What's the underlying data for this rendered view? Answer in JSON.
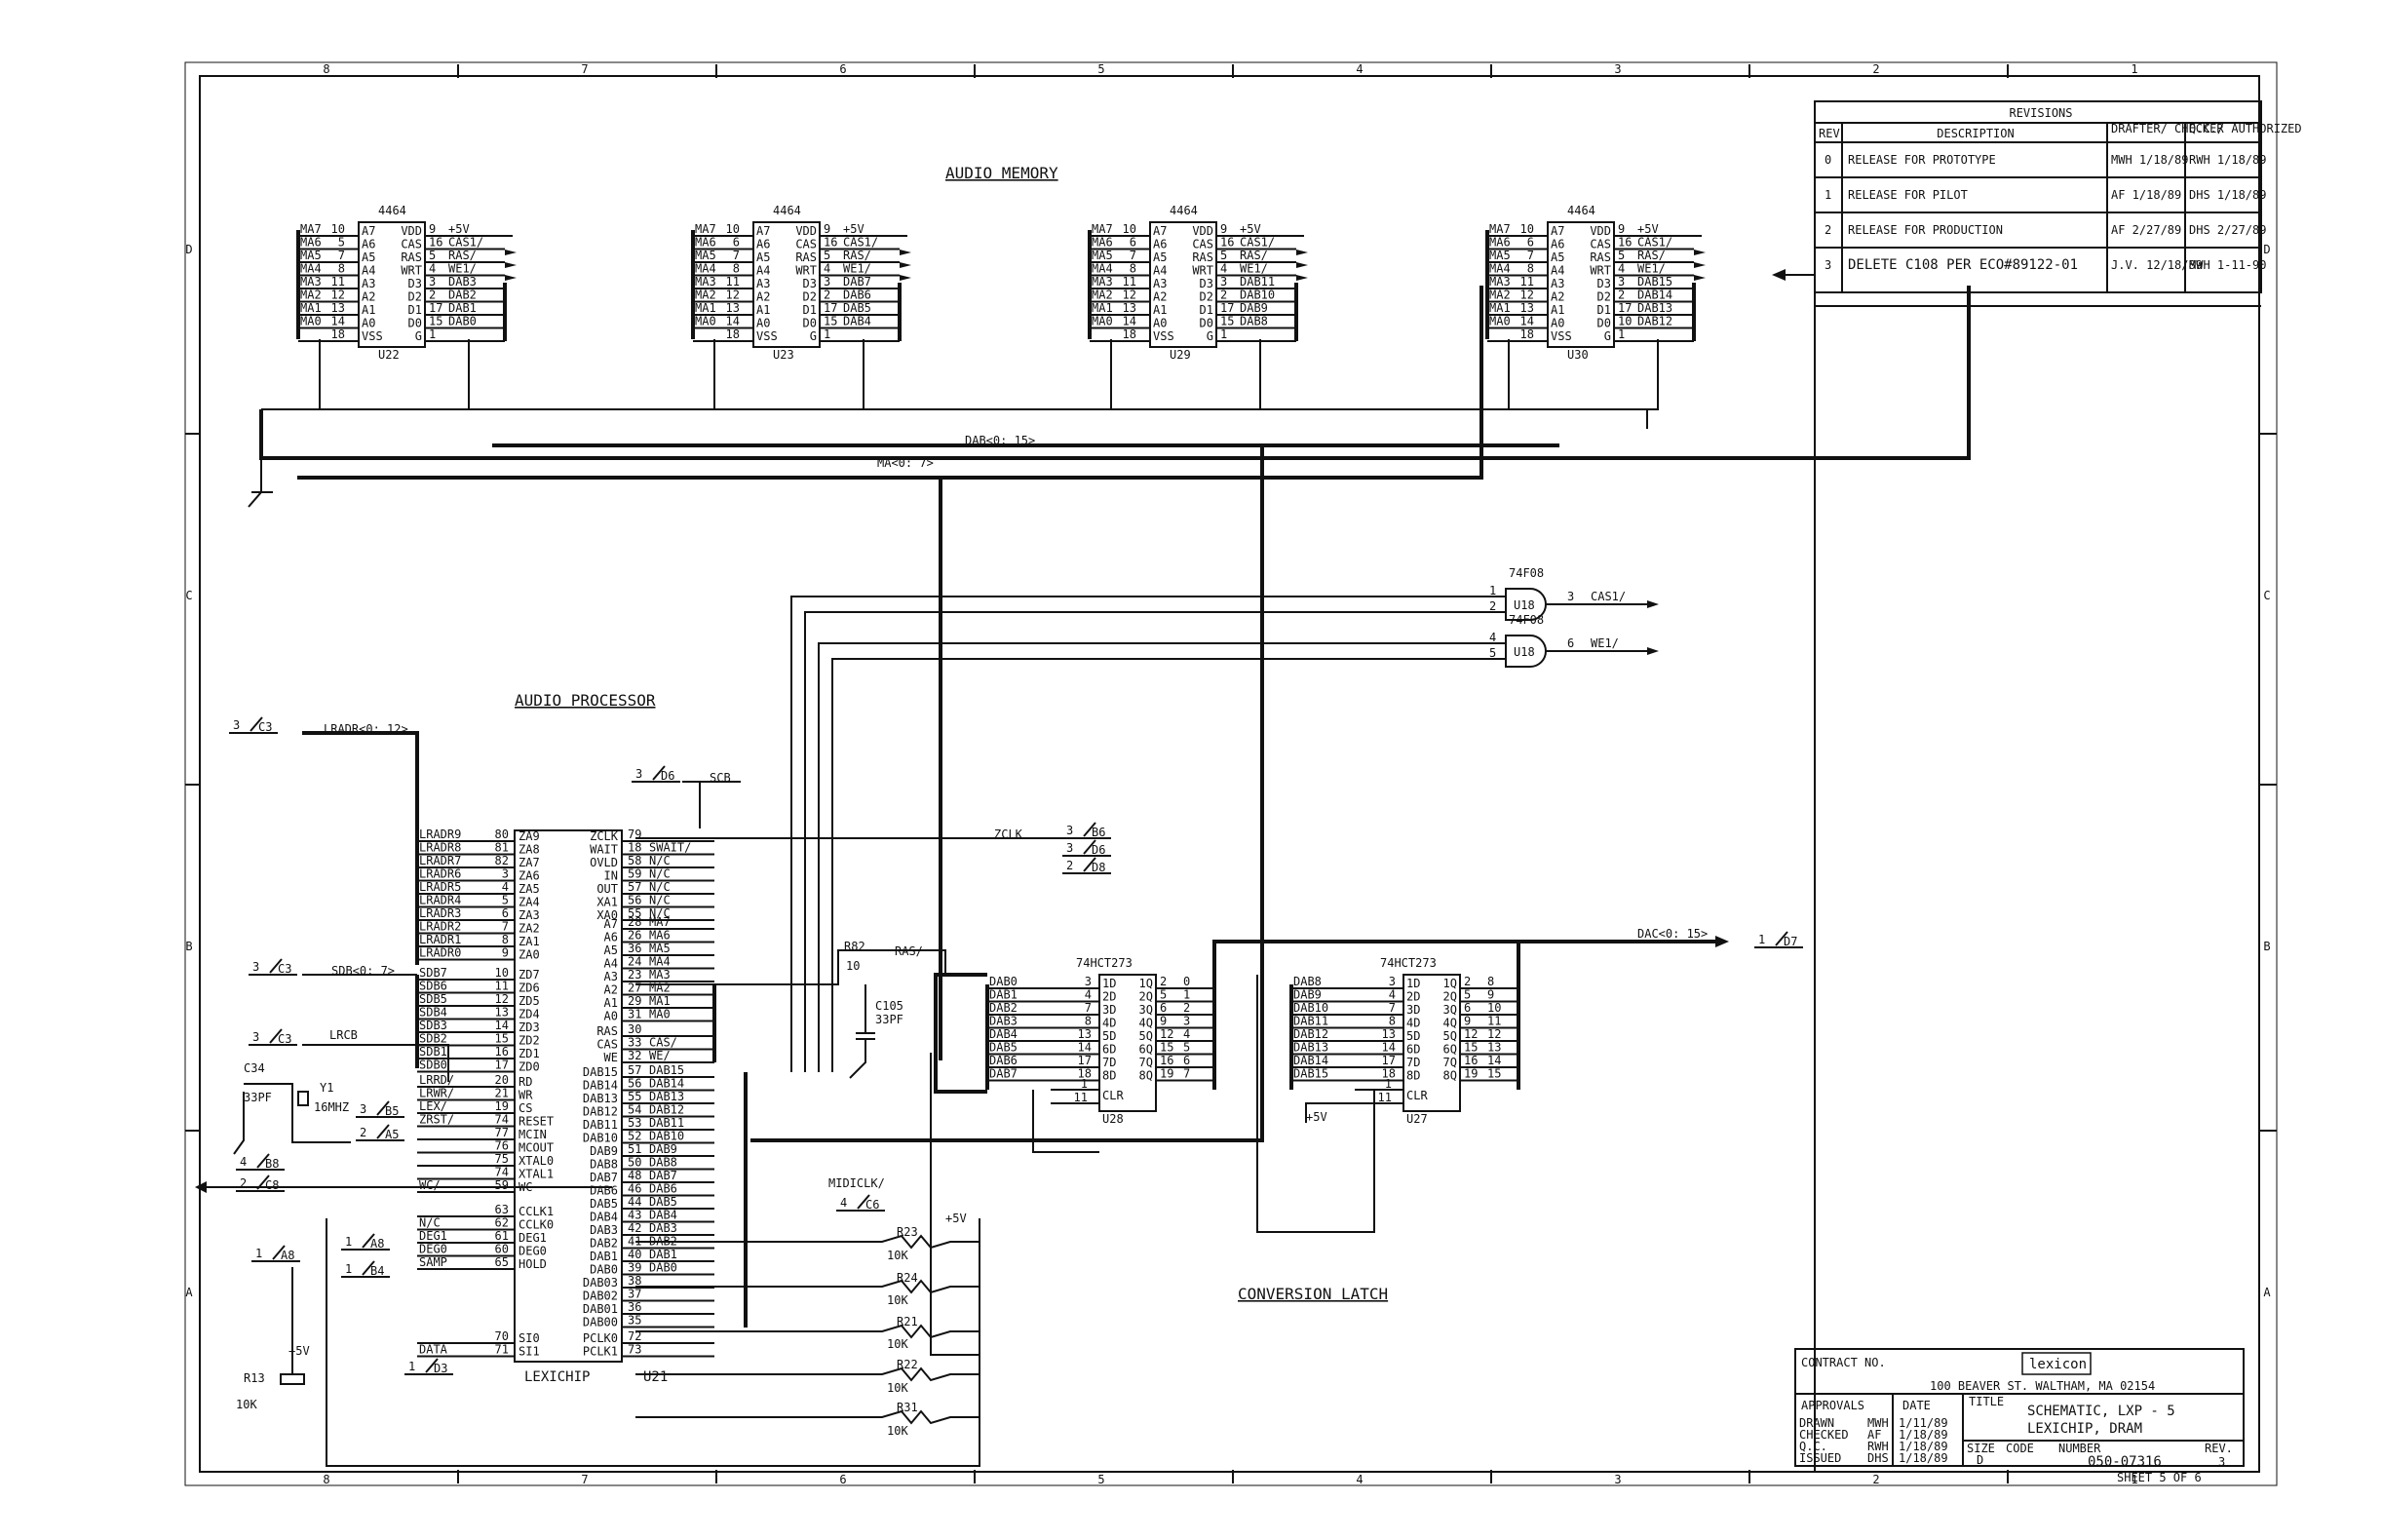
{
  "titles": {
    "audio_memory": "AUDIO MEMORY",
    "audio_processor": "AUDIO PROCESSOR",
    "conversion_latch": "CONVERSION LATCH"
  },
  "zones": {
    "top": [
      "8",
      "7",
      "6",
      "5",
      "4",
      "3",
      "2",
      "1"
    ],
    "side": [
      "D",
      "C",
      "B",
      "A"
    ]
  },
  "revisions": {
    "title": "REVISIONS",
    "headers": [
      "REV",
      "DESCRIPTION",
      "DRAFTER/ CHECKER",
      "Q.C./ AUTHORIZED"
    ],
    "rows": [
      {
        "rev": "0",
        "desc": "RELEASE FOR PROTOTYPE",
        "drafter": "MWH 1/18/89",
        "auth": "RWH 1/18/89"
      },
      {
        "rev": "1",
        "desc": "RELEASE FOR PILOT",
        "drafter": "AF 1/18/89",
        "auth": "DHS 1/18/89"
      },
      {
        "rev": "2",
        "desc": "RELEASE FOR PRODUCTION",
        "drafter": "AF 2/27/89",
        "auth": "DHS 2/27/89"
      },
      {
        "rev": "3",
        "desc": "DELETE C108 PER ECO#89122-01",
        "drafter": "J.V. 12/18/89",
        "auth": "MWH 1-11-90"
      }
    ]
  },
  "title_block": {
    "contract": "CONTRACT NO.",
    "company": "lexicon",
    "address": "100 BEAVER ST. WALTHAM, MA 02154",
    "approvals": "APPROVALS",
    "date": "DATE",
    "title_label": "TITLE",
    "title_line1": "SCHEMATIC, LXP - 5",
    "title_line2": "LEXICHIP, DRAM",
    "drawn": "DRAWN",
    "drawn_by": "MWH",
    "drawn_date": "1/11/89",
    "checked": "CHECKED",
    "checked_by": "AF",
    "checked_date": "1/18/89",
    "qc": "Q.C.",
    "qc_by": "RWH",
    "qc_date": "1/18/89",
    "issued": "ISSUED",
    "issued_by": "DHS",
    "issued_date": "1/18/89",
    "size_label": "SIZE",
    "size": "D",
    "code_label": "CODE",
    "number_label": "NUMBER",
    "number": "050-07316",
    "rev_label": "REV.",
    "rev": "3",
    "sheet": "SHEET 5 OF 6"
  },
  "memory_chips": [
    {
      "ref": "U22",
      "part": "4464",
      "left": [
        [
          "MA7",
          "10",
          "A7"
        ],
        [
          "MA6",
          "5",
          "A6"
        ],
        [
          "MA5",
          "7",
          "A5"
        ],
        [
          "MA4",
          "8",
          "A4"
        ],
        [
          "MA3",
          "11",
          "A3"
        ],
        [
          "MA2",
          "12",
          "A2"
        ],
        [
          "MA1",
          "13",
          "A1"
        ],
        [
          "MA0",
          "14",
          "A0"
        ],
        [
          "",
          "18",
          "VSS"
        ]
      ],
      "right": [
        [
          "VDD",
          "9",
          "+5V"
        ],
        [
          "CAS",
          "16",
          "CAS1/"
        ],
        [
          "RAS",
          "5",
          "RAS/"
        ],
        [
          "WRT",
          "4",
          "WE1/"
        ],
        [
          "D3",
          "3",
          "DAB3"
        ],
        [
          "D2",
          "2",
          "DAB2"
        ],
        [
          "D1",
          "17",
          "DAB1"
        ],
        [
          "D0",
          "15",
          "DAB0"
        ],
        [
          "G",
          "1",
          ""
        ]
      ]
    },
    {
      "ref": "U23",
      "part": "4464",
      "left": [
        [
          "MA7",
          "10",
          "A7"
        ],
        [
          "MA6",
          "6",
          "A6"
        ],
        [
          "MA5",
          "7",
          "A5"
        ],
        [
          "MA4",
          "8",
          "A4"
        ],
        [
          "MA3",
          "11",
          "A3"
        ],
        [
          "MA2",
          "12",
          "A2"
        ],
        [
          "MA1",
          "13",
          "A1"
        ],
        [
          "MA0",
          "14",
          "A0"
        ],
        [
          "",
          "18",
          "VSS"
        ]
      ],
      "right": [
        [
          "VDD",
          "9",
          "+5V"
        ],
        [
          "CAS",
          "16",
          "CAS1/"
        ],
        [
          "RAS",
          "5",
          "RAS/"
        ],
        [
          "WRT",
          "4",
          "WE1/"
        ],
        [
          "D3",
          "3",
          "DAB7"
        ],
        [
          "D2",
          "2",
          "DAB6"
        ],
        [
          "D1",
          "17",
          "DAB5"
        ],
        [
          "D0",
          "15",
          "DAB4"
        ],
        [
          "G",
          "1",
          ""
        ]
      ]
    },
    {
      "ref": "U29",
      "part": "4464",
      "left": [
        [
          "MA7",
          "10",
          "A7"
        ],
        [
          "MA6",
          "6",
          "A6"
        ],
        [
          "MA5",
          "7",
          "A5"
        ],
        [
          "MA4",
          "8",
          "A4"
        ],
        [
          "MA3",
          "11",
          "A3"
        ],
        [
          "MA2",
          "12",
          "A2"
        ],
        [
          "MA1",
          "13",
          "A1"
        ],
        [
          "MA0",
          "14",
          "A0"
        ],
        [
          "",
          "18",
          "VSS"
        ]
      ],
      "right": [
        [
          "VDD",
          "9",
          "+5V"
        ],
        [
          "CAS",
          "16",
          "CAS1/"
        ],
        [
          "RAS",
          "5",
          "RAS/"
        ],
        [
          "WRT",
          "4",
          "WE1/"
        ],
        [
          "D3",
          "3",
          "DAB11"
        ],
        [
          "D2",
          "2",
          "DAB10"
        ],
        [
          "D1",
          "17",
          "DAB9"
        ],
        [
          "D0",
          "15",
          "DAB8"
        ],
        [
          "G",
          "1",
          ""
        ]
      ]
    },
    {
      "ref": "U30",
      "part": "4464",
      "left": [
        [
          "MA7",
          "10",
          "A7"
        ],
        [
          "MA6",
          "6",
          "A6"
        ],
        [
          "MA5",
          "7",
          "A5"
        ],
        [
          "MA4",
          "8",
          "A4"
        ],
        [
          "MA3",
          "11",
          "A3"
        ],
        [
          "MA2",
          "12",
          "A2"
        ],
        [
          "MA1",
          "13",
          "A1"
        ],
        [
          "MA0",
          "14",
          "A0"
        ],
        [
          "",
          "18",
          "VSS"
        ]
      ],
      "right": [
        [
          "VDD",
          "9",
          "+5V"
        ],
        [
          "CAS",
          "16",
          "CAS1/"
        ],
        [
          "RAS",
          "5",
          "RAS/"
        ],
        [
          "WRT",
          "4",
          "WE1/"
        ],
        [
          "D3",
          "3",
          "DAB15"
        ],
        [
          "D2",
          "2",
          "DAB14"
        ],
        [
          "D1",
          "17",
          "DAB13"
        ],
        [
          "D0",
          "10",
          "DAB12"
        ],
        [
          "G",
          "1",
          ""
        ]
      ]
    }
  ],
  "buses": {
    "dab": "DAB<0: 15>",
    "ma": "MA<0: 7>",
    "dac": "DAC<0: 15>",
    "lradr": "LRADR<0: 12>",
    "sdb": "SDB<0: 7>"
  },
  "gates": [
    {
      "ref": "U18",
      "part": "74F08",
      "in1": "1",
      "in2": "2",
      "out": "3",
      "net": "CAS1/"
    },
    {
      "ref": "U18",
      "part": "74F08",
      "in1": "4",
      "in2": "5",
      "out": "6",
      "net": "WE1/"
    }
  ],
  "offpage": [
    {
      "id": "lradr",
      "num": "3",
      "zone": "C3"
    },
    {
      "id": "sdb",
      "num": "3",
      "zone": "C3"
    },
    {
      "id": "lrcb",
      "num": "3",
      "zone": "C3"
    },
    {
      "id": "scb",
      "num": "3",
      "zone": "D6"
    },
    {
      "id": "zclk1",
      "num": "3",
      "zone": "B6"
    },
    {
      "id": "zclk2",
      "num": "3",
      "zone": "D6"
    },
    {
      "id": "zclk3",
      "num": "2",
      "zone": "D8"
    },
    {
      "id": "lex",
      "num": "3",
      "zone": "B5"
    },
    {
      "id": "zrst",
      "num": "2",
      "zone": "A5"
    },
    {
      "id": "b8",
      "num": "4",
      "zone": "B8"
    },
    {
      "id": "c8",
      "num": "2",
      "zone": "C8"
    },
    {
      "id": "a8",
      "num": "1",
      "zone": "A8"
    },
    {
      "id": "a8b",
      "num": "1",
      "zone": "A8"
    },
    {
      "id": "b4",
      "num": "1",
      "zone": "B4"
    },
    {
      "id": "d3",
      "num": "1",
      "zone": "D3"
    },
    {
      "id": "c6",
      "num": "4",
      "zone": "C6"
    },
    {
      "id": "d7",
      "num": "1",
      "zone": "D7"
    }
  ],
  "processor": {
    "ref": "U21",
    "part": "LEXICHIP",
    "left_top": [
      [
        "LRADR9",
        "80",
        "ZA9"
      ],
      [
        "LRADR8",
        "81",
        "ZA8"
      ],
      [
        "LRADR7",
        "82",
        "ZA7"
      ],
      [
        "LRADR6",
        "3",
        "ZA6"
      ],
      [
        "LRADR5",
        "4",
        "ZA5"
      ],
      [
        "LRADR4",
        "5",
        "ZA4"
      ],
      [
        "LRADR3",
        "6",
        "ZA3"
      ],
      [
        "LRADR2",
        "7",
        "ZA2"
      ],
      [
        "LRADR1",
        "8",
        "ZA1"
      ],
      [
        "LRADR0",
        "9",
        "ZA0"
      ]
    ],
    "left_sdb": [
      [
        "SDB7",
        "10",
        "ZD7"
      ],
      [
        "SDB6",
        "11",
        "ZD6"
      ],
      [
        "SDB5",
        "12",
        "ZD5"
      ],
      [
        "SDB4",
        "13",
        "ZD4"
      ],
      [
        "SDB3",
        "14",
        "ZD3"
      ],
      [
        "SDB2",
        "15",
        "ZD2"
      ],
      [
        "SDB1",
        "16",
        "ZD1"
      ],
      [
        "SDB0",
        "17",
        "ZD0"
      ]
    ],
    "left_ctl": [
      [
        "LRRD/",
        "20",
        "RD"
      ],
      [
        "LRWR/",
        "21",
        "WR"
      ],
      [
        "LEX/",
        "19",
        "CS"
      ],
      [
        "ZRST/",
        "74",
        "RESET"
      ],
      [
        "",
        "77",
        "MCIN"
      ],
      [
        "",
        "76",
        "MCOUT"
      ],
      [
        "",
        "75",
        "XTAL0"
      ],
      [
        "",
        "74",
        "XTAL1"
      ],
      [
        "WC/",
        "59",
        "WC"
      ]
    ],
    "left_bot": [
      [
        "",
        "63",
        "CCLK1"
      ],
      [
        "N/C",
        "62",
        "CCLK0"
      ],
      [
        "DEG1",
        "61",
        "DEG1"
      ],
      [
        "DEG0",
        "60",
        "DEG0"
      ],
      [
        "SAMP",
        "65",
        "HOLD"
      ]
    ],
    "left_si": [
      [
        "",
        "70",
        "SI0"
      ],
      [
        "DATA",
        "71",
        "SI1"
      ]
    ],
    "right_top": [
      [
        "ZCLK",
        "79",
        ""
      ],
      [
        "WAIT",
        "18",
        "SWAIT/"
      ],
      [
        "OVLD",
        "58",
        "N/C"
      ],
      [
        "IN",
        "59",
        "N/C"
      ],
      [
        "OUT",
        "57",
        "N/C"
      ],
      [
        "XA1",
        "56",
        "N/C"
      ],
      [
        "XA0",
        "55",
        "N/C"
      ]
    ],
    "right_addr": [
      [
        "A7",
        "28",
        "MA7"
      ],
      [
        "A6",
        "26",
        "MA6"
      ],
      [
        "A5",
        "36",
        "MA5"
      ],
      [
        "A4",
        "24",
        "MA4"
      ],
      [
        "A3",
        "23",
        "MA3"
      ],
      [
        "A2",
        "27",
        "MA2"
      ],
      [
        "A1",
        "29",
        "MA1"
      ],
      [
        "A0",
        "31",
        "MA0"
      ]
    ],
    "right_ras": [
      [
        "RAS",
        "30",
        ""
      ],
      [
        "CAS",
        "33",
        "CAS/"
      ],
      [
        "WE",
        "32",
        "WE/"
      ]
    ],
    "right_dab": [
      [
        "DAB15",
        "57",
        "DAB15"
      ],
      [
        "DAB14",
        "56",
        "DAB14"
      ],
      [
        "DAB13",
        "55",
        "DAB13"
      ],
      [
        "DAB12",
        "54",
        "DAB12"
      ],
      [
        "DAB11",
        "53",
        "DAB11"
      ],
      [
        "DAB10",
        "52",
        "DAB10"
      ],
      [
        "DAB9",
        "51",
        "DAB9"
      ],
      [
        "DAB8",
        "50",
        "DAB8"
      ],
      [
        "DAB7",
        "48",
        "DAB7"
      ],
      [
        "DAB6",
        "46",
        "DAB6"
      ],
      [
        "DAB5",
        "44",
        "DAB5"
      ],
      [
        "DAB4",
        "43",
        "DAB4"
      ],
      [
        "DAB3",
        "42",
        "DAB3"
      ],
      [
        "DAB2",
        "41",
        "DAB2"
      ],
      [
        "DAB1",
        "40",
        "DAB1"
      ],
      [
        "DAB0",
        "39",
        "DAB0"
      ],
      [
        "DAB03",
        "38",
        ""
      ],
      [
        "DAB02",
        "37",
        ""
      ],
      [
        "DAB01",
        "36",
        ""
      ],
      [
        "DAB00",
        "35",
        ""
      ]
    ],
    "right_pclk": [
      [
        "PCLK0",
        "72",
        ""
      ],
      [
        "PCLK1",
        "73",
        ""
      ]
    ]
  },
  "latches": [
    {
      "ref": "U28",
      "part": "74HCT273",
      "rows": [
        [
          "DAB0",
          "3",
          "1D",
          "1Q",
          "2",
          "0"
        ],
        [
          "DAB1",
          "4",
          "2D",
          "2Q",
          "5",
          "1"
        ],
        [
          "DAB2",
          "7",
          "3D",
          "3Q",
          "6",
          "2"
        ],
        [
          "DAB3",
          "8",
          "4D",
          "4Q",
          "9",
          "3"
        ],
        [
          "DAB4",
          "13",
          "5D",
          "5Q",
          "12",
          "4"
        ],
        [
          "DAB5",
          "14",
          "6D",
          "6Q",
          "15",
          "5"
        ],
        [
          "DAB6",
          "17",
          "7D",
          "7Q",
          "16",
          "6"
        ],
        [
          "DAB7",
          "18",
          "8D",
          "8Q",
          "19",
          "7"
        ]
      ],
      "clr": "CLR",
      "clk_pin": "1",
      "clr_pin": "11"
    },
    {
      "ref": "U27",
      "part": "74HCT273",
      "rows": [
        [
          "DAB8",
          "3",
          "1D",
          "1Q",
          "2",
          "8"
        ],
        [
          "DAB9",
          "4",
          "2D",
          "2Q",
          "5",
          "9"
        ],
        [
          "DAB10",
          "7",
          "3D",
          "3Q",
          "6",
          "10"
        ],
        [
          "DAB11",
          "8",
          "4D",
          "4Q",
          "9",
          "11"
        ],
        [
          "DAB12",
          "13",
          "5D",
          "5Q",
          "12",
          "12"
        ],
        [
          "DAB13",
          "14",
          "6D",
          "6Q",
          "15",
          "13"
        ],
        [
          "DAB14",
          "17",
          "7D",
          "7Q",
          "16",
          "14"
        ],
        [
          "DAB15",
          "18",
          "8D",
          "8Q",
          "19",
          "15"
        ]
      ],
      "clr": "CLR",
      "clk_pin": "1",
      "clr_pin": "11"
    }
  ],
  "labels": {
    "r82": "R82",
    "r82_val": "10",
    "ras_net": "RAS/",
    "c105": "C105",
    "c105_val": "33PF",
    "c34": "C34",
    "c34_val": "33PF",
    "y1": "Y1",
    "y1_val": "16MHZ",
    "zclk": "ZCLK",
    "scb": "SCB",
    "lrcb": "LRCB",
    "midiclk": "MIDICLK/",
    "vcc": "+5V",
    "r23": "R23",
    "r24": "R24",
    "r21": "R21",
    "r22": "R22",
    "r31": "R31",
    "rval": "10K",
    "r13": "R13",
    "r13_val": "10K"
  }
}
